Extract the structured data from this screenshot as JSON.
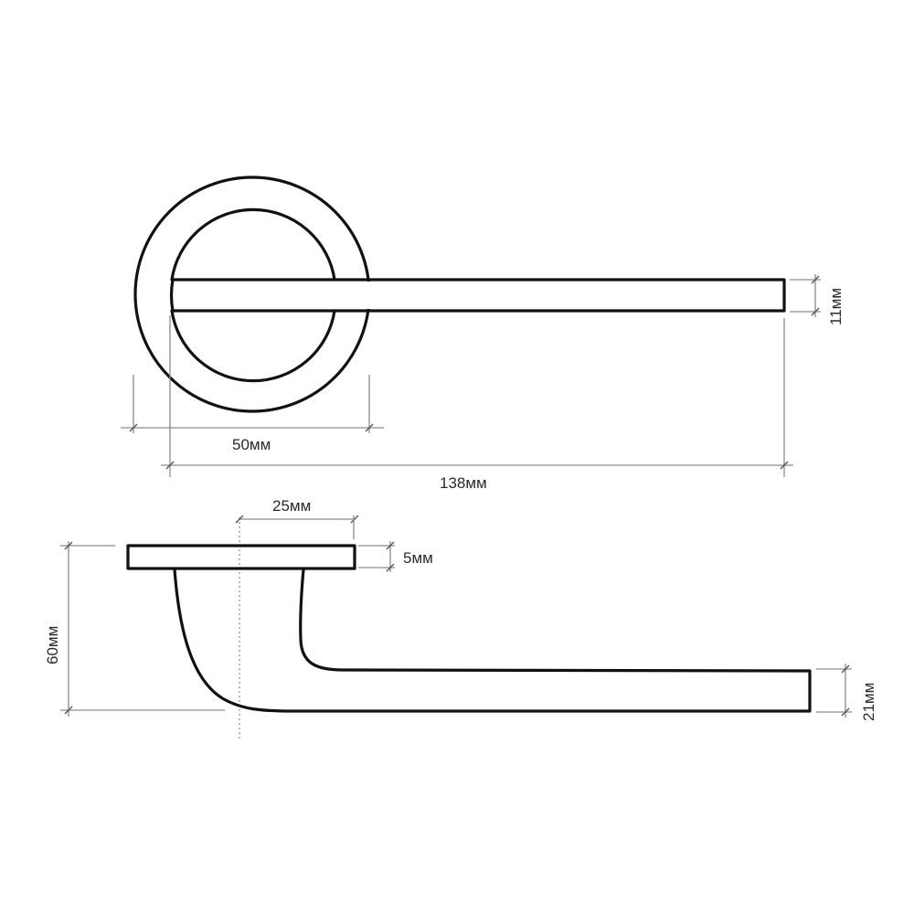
{
  "drawing": {
    "subject": "door-handle-on-round-rosette",
    "line_color": "#111111",
    "dimension_line_color": "#8c8c8c",
    "background": "#ffffff",
    "top_view": {
      "dimensions": {
        "rosette_diameter": "50мм",
        "total_length": "138мм",
        "lever_thickness": "11мм"
      }
    },
    "side_view": {
      "dimensions": {
        "axis_to_rosette_edge": "25мм",
        "rosette_thickness": "5мм",
        "total_height": "60мм",
        "lever_end_height": "21мм"
      }
    }
  }
}
